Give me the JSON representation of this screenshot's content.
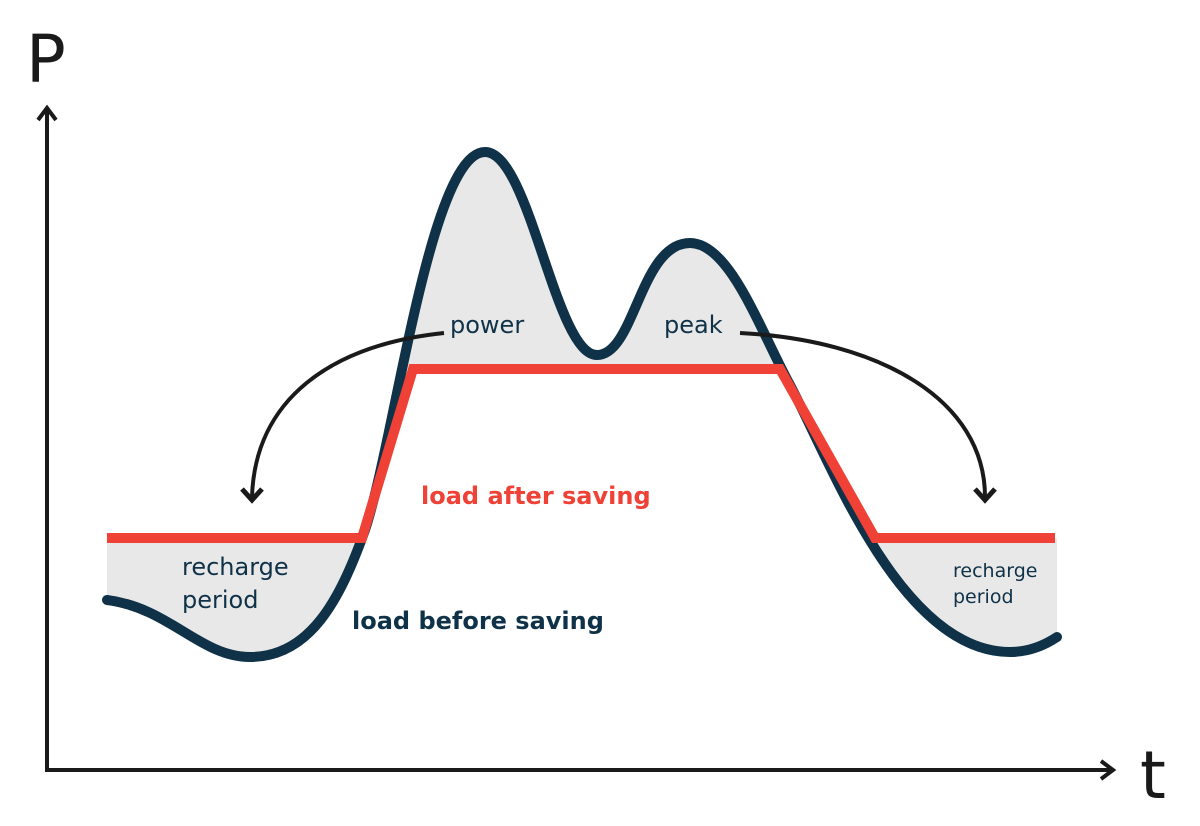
{
  "axes": {
    "y_label": "P",
    "x_label": "t"
  },
  "labels": {
    "power": "power",
    "peak": "peak",
    "recharge_left": [
      "recharge",
      "period"
    ],
    "recharge_right": [
      "recharge",
      "period"
    ],
    "load_after": "load after saving",
    "load_before": "load before saving"
  },
  "colors": {
    "load_before": "#0f3248",
    "load_after": "#ef4136",
    "shaded": "#e8e8e8",
    "arrow": "#1a1a1a"
  }
}
